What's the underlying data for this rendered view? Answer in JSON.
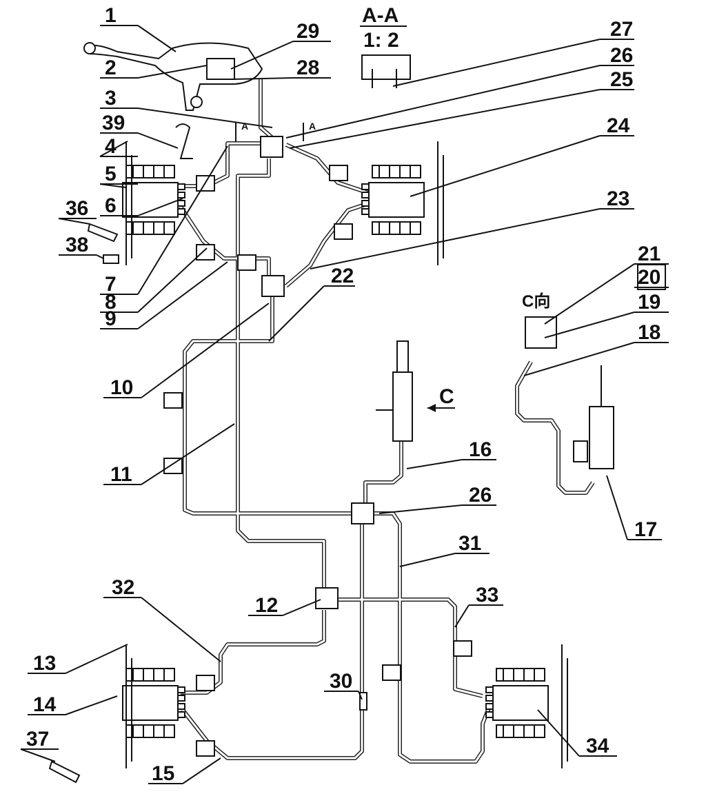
{
  "section_view": {
    "title": "A-A",
    "scale": "1: 2"
  },
  "view_c_label": "C向",
  "arrow_c_label": "C",
  "section_arrow_label": "A",
  "callouts": [
    "1",
    "2",
    "3",
    "39",
    "4",
    "5",
    "6",
    "36",
    "38",
    "7",
    "8",
    "9",
    "10",
    "11",
    "29",
    "28",
    "27",
    "26",
    "25",
    "24",
    "23",
    "22",
    "21",
    "20",
    "19",
    "18",
    "16",
    "26",
    "31",
    "17",
    "12",
    "32",
    "33",
    "13",
    "14",
    "30",
    "37",
    "15",
    "34"
  ]
}
